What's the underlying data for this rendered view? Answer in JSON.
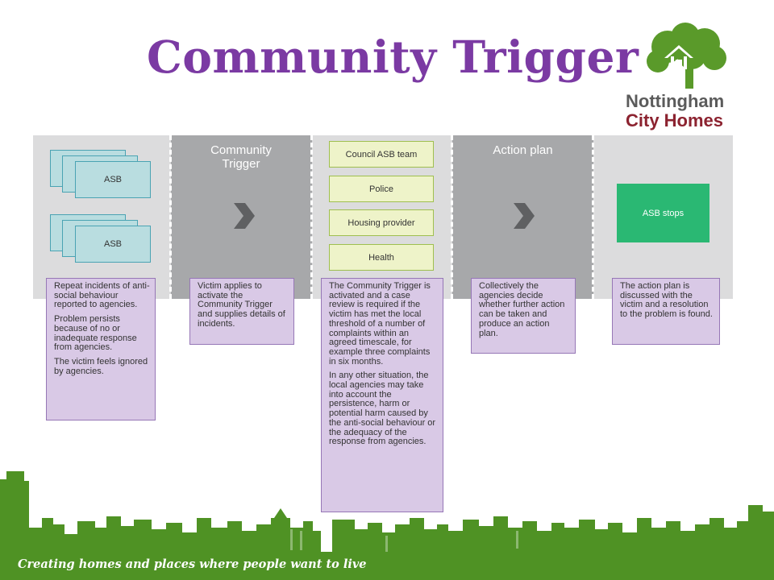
{
  "title": "Community Trigger",
  "logo": {
    "line1": "Nottingham",
    "line2": "City Homes",
    "icon": "house-tree-icon"
  },
  "columns": [
    {
      "title": ""
    },
    {
      "title": "Community Trigger"
    },
    {
      "title": ""
    },
    {
      "title": "Action plan"
    },
    {
      "title": ""
    }
  ],
  "asb_cards": [
    "ASB",
    "ASB"
  ],
  "agencies": [
    "Council ASB team",
    "Police",
    "Housing provider",
    "Health"
  ],
  "outcome": "ASB stops",
  "notes": [
    {
      "paragraphs": [
        "Repeat incidents of anti-social behaviour reported to agencies.",
        "Problem persists because of no or inadequate response from agencies.",
        "The victim feels ignored by agencies."
      ]
    },
    {
      "paragraphs": [
        "Victim applies to activate the Community Trigger and supplies details of incidents."
      ]
    },
    {
      "paragraphs": [
        "The Community Trigger is activated and a case review is required if the victim has met the local threshold of a number of complaints within an agreed timescale, for example three complaints in six months.",
        "In any other situation, the local agencies may take into account the persistence, harm or potential harm caused by the anti-social behaviour or the adequacy of the response from agencies."
      ]
    },
    {
      "paragraphs": [
        "Collectively the agencies decide whether further action can be taken and produce an action plan."
      ]
    },
    {
      "paragraphs": [
        "The action plan is discussed with the victim and a resolution to the problem is found."
      ]
    }
  ],
  "tagline": "Creating homes and places where people want to live",
  "colors": {
    "title": "#7b3aa3",
    "panel_light": "#dcdcdd",
    "panel_dark": "#a7a8aa",
    "asb_card": "#b9dde0",
    "agency_box": "#eef3c9",
    "outcome_box": "#2ab873",
    "note_box": "#d9c9e6",
    "footer_green": "#4f9224"
  }
}
